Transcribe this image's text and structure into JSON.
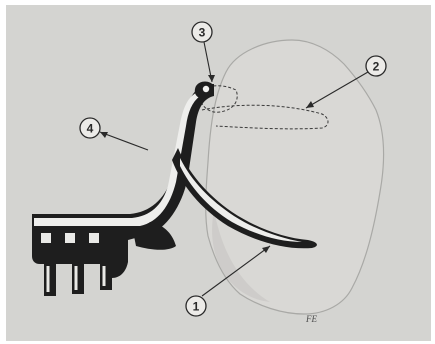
{
  "figure": {
    "labels": [
      {
        "key": "1",
        "text": "1"
      },
      {
        "key": "2",
        "text": "2"
      },
      {
        "key": "3",
        "text": "3"
      },
      {
        "key": "4",
        "text": "4"
      }
    ],
    "signature": "FE"
  }
}
